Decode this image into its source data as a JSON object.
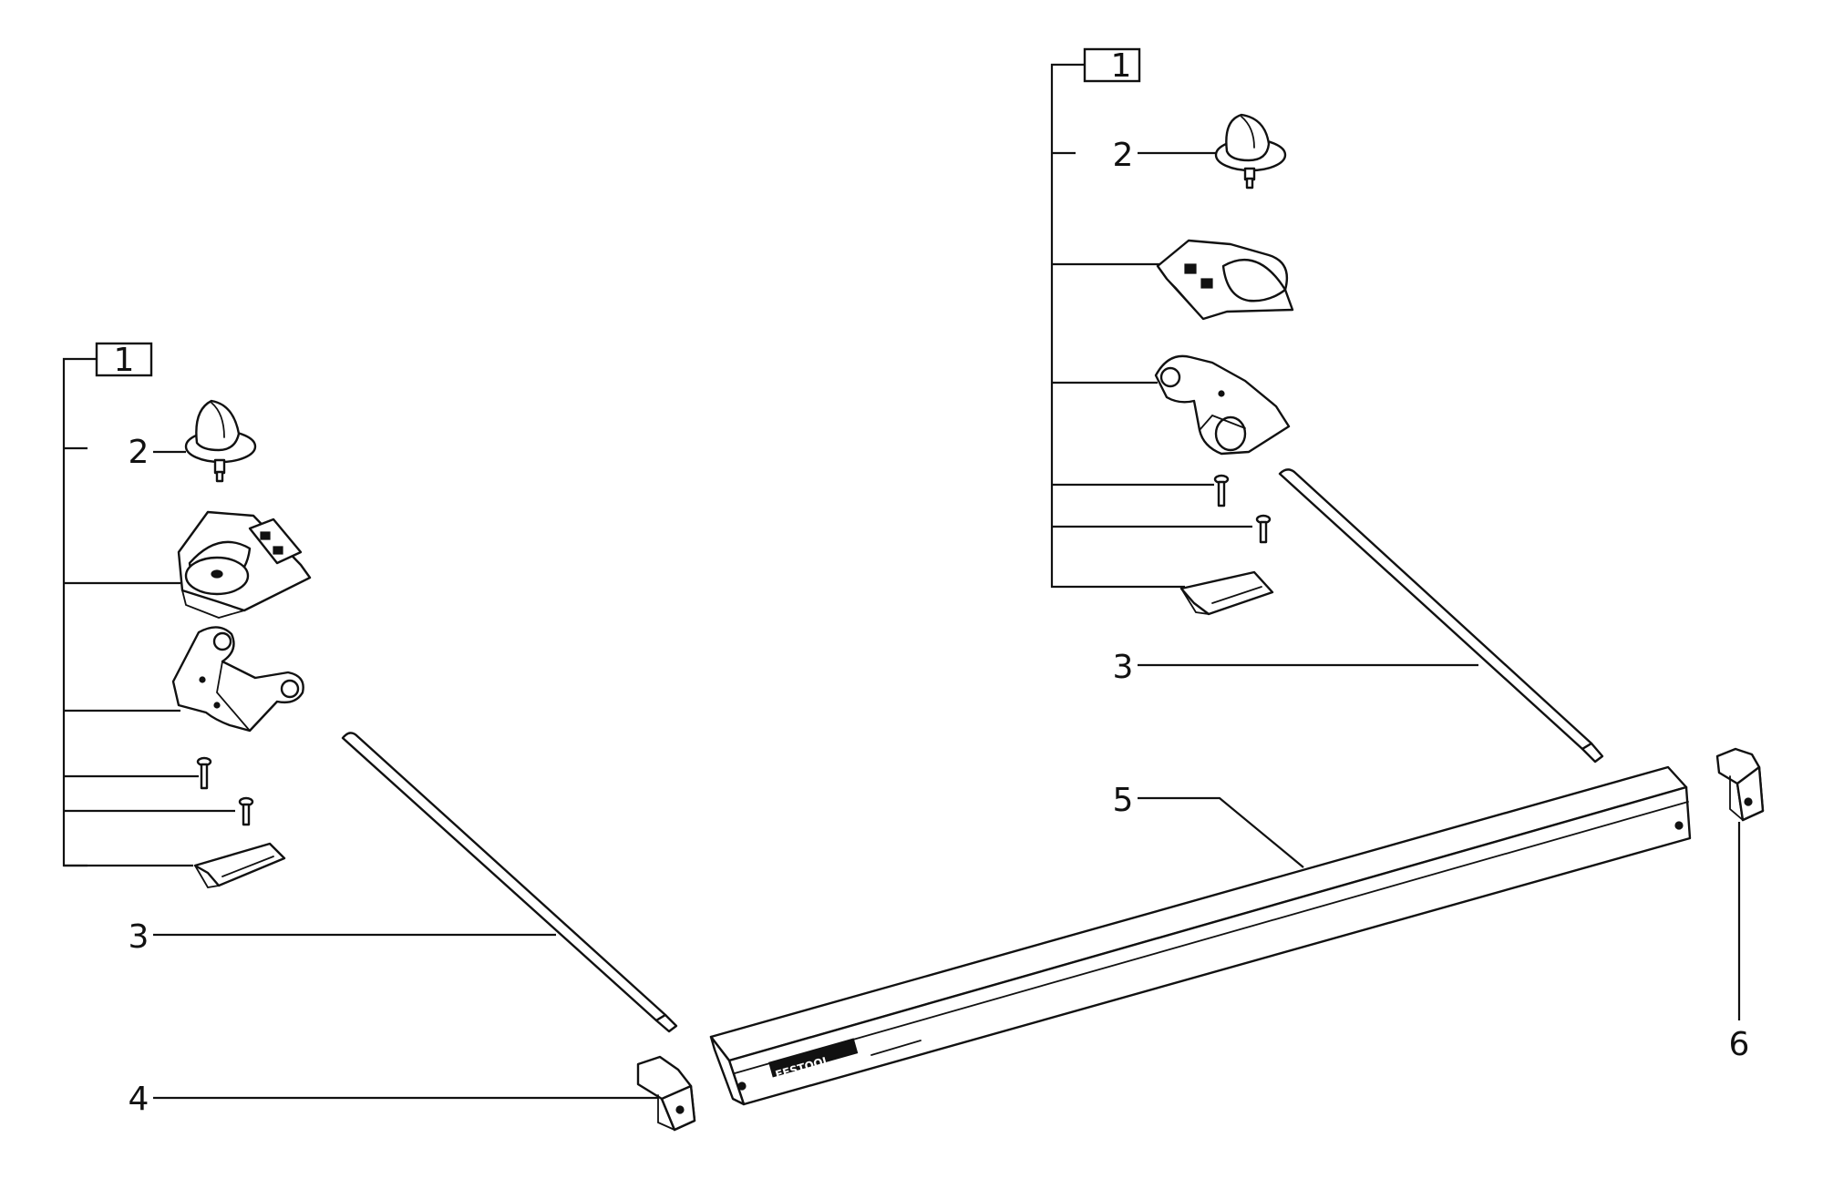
{
  "diagram": {
    "title": "",
    "left_group": {
      "kit_label": "1",
      "knob_label": "2",
      "rod_label": "3",
      "end_cap_label": "4"
    },
    "right_group": {
      "kit_label": "1",
      "knob_label": "2",
      "rod_label": "3",
      "end_cap_label": "6"
    },
    "fence_label": "5",
    "fence_brand": "FESTOOL",
    "colors": {
      "line": "#111111",
      "background": "#ffffff"
    }
  }
}
